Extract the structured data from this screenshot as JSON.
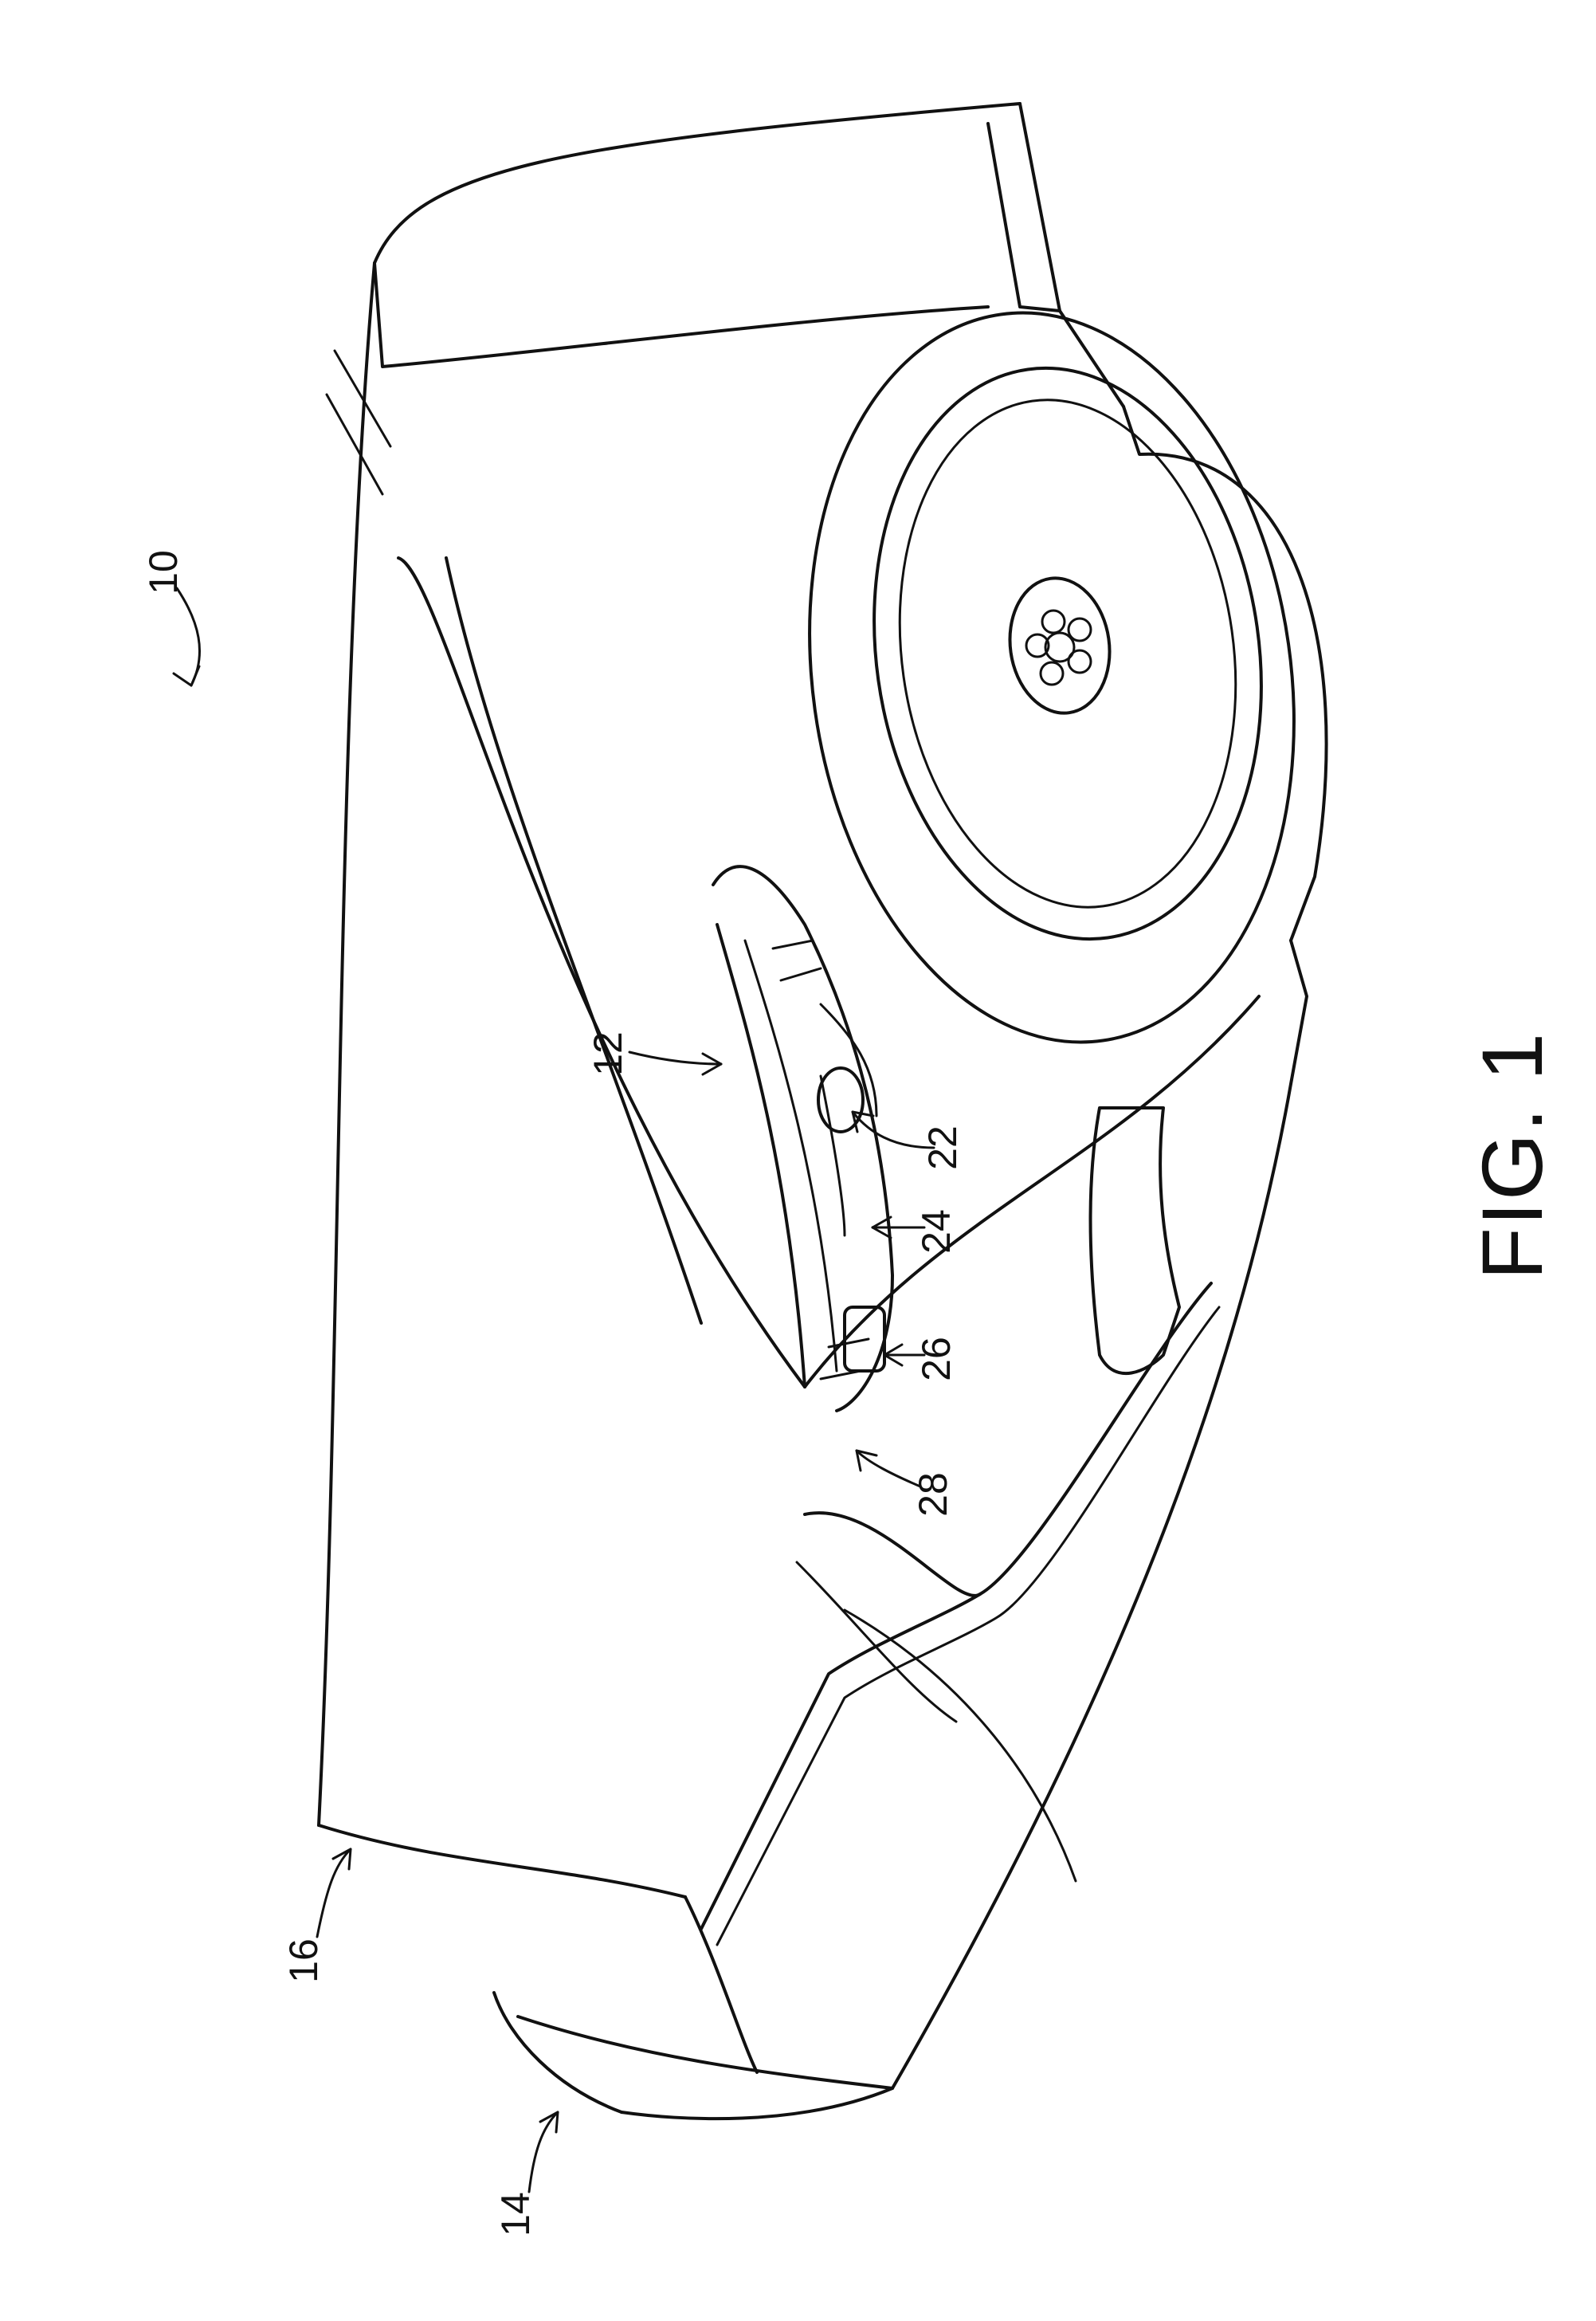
{
  "figure": {
    "label": "FIG. 1"
  },
  "references": {
    "r10": "10",
    "r12": "12",
    "r14": "14",
    "r16": "16",
    "r22": "22",
    "r24": "24",
    "r26": "26",
    "r28": "28"
  },
  "colors": {
    "ink": "#111111",
    "paper": "#ffffff"
  }
}
